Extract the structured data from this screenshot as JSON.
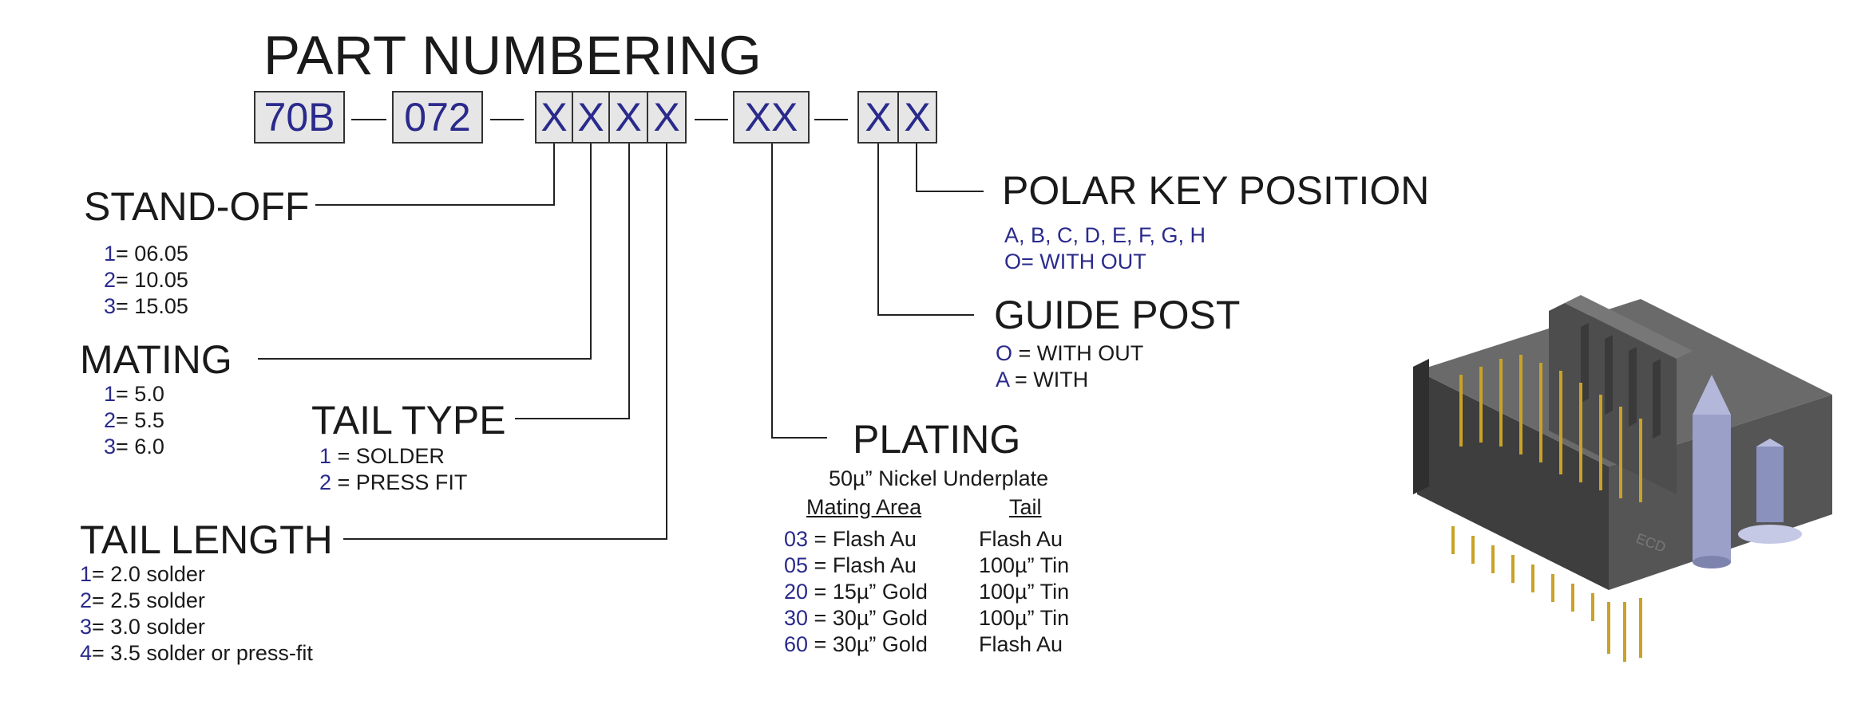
{
  "title": "PART NUMBERING",
  "part_code": {
    "prefix": "70B",
    "series": "072",
    "variable_chars": [
      "X",
      "X",
      "X",
      "X"
    ],
    "plating_code": "XX",
    "end_chars": [
      "X",
      "X"
    ],
    "dash": "—"
  },
  "stand_off": {
    "heading": "STAND-OFF",
    "options": [
      {
        "code": "1",
        "text": "= 06.05"
      },
      {
        "code": "2",
        "text": "= 10.05"
      },
      {
        "code": "3",
        "text": "= 15.05"
      }
    ]
  },
  "mating": {
    "heading": "MATING",
    "options": [
      {
        "code": "1",
        "text": "= 5.0"
      },
      {
        "code": "2",
        "text": "= 5.5"
      },
      {
        "code": "3",
        "text": "= 6.0"
      }
    ]
  },
  "tail_type": {
    "heading": "TAIL TYPE",
    "options": [
      {
        "code": "1",
        "text": " = SOLDER"
      },
      {
        "code": "2",
        "text": " = PRESS FIT"
      }
    ]
  },
  "tail_length": {
    "heading": "TAIL LENGTH",
    "options": [
      {
        "code": "1",
        "text": "= 2.0 solder"
      },
      {
        "code": "2",
        "text": "= 2.5 solder"
      },
      {
        "code": "3",
        "text": "= 3.0 solder"
      },
      {
        "code": "4",
        "text": "= 3.5 solder or press-fit"
      }
    ]
  },
  "plating": {
    "heading": "PLATING",
    "subheading": "50µ” Nickel Underplate",
    "col_mating": "Mating Area",
    "col_tail": "Tail",
    "rows": [
      {
        "code": "03",
        "mating": " = Flash Au",
        "tail": "Flash Au"
      },
      {
        "code": "05",
        "mating": " = Flash Au",
        "tail": "100µ” Tin"
      },
      {
        "code": "20",
        "mating": " = 15µ” Gold",
        "tail": "100µ” Tin"
      },
      {
        "code": "30",
        "mating": " = 30µ” Gold",
        "tail": "100µ” Tin"
      },
      {
        "code": "60",
        "mating": " = 30µ” Gold",
        "tail": "Flash Au"
      }
    ]
  },
  "polar_key": {
    "heading": "POLAR KEY POSITION",
    "line1": "A, B, C, D, E, F, G, H",
    "line2": "O= WITH OUT"
  },
  "guide_post": {
    "heading": "GUIDE POST",
    "options": [
      {
        "code": "O",
        "text": " = WITH OUT"
      },
      {
        "code": "A",
        "text": " = WITH"
      }
    ]
  },
  "connector_marking": "ECD",
  "colors": {
    "code_blue": "#2a2a8c",
    "box_fill": "#e6e6e6",
    "connector_body": "#4a4a4a",
    "pin_gold": "#c9a227",
    "guide_post": "#9aa0c8"
  }
}
